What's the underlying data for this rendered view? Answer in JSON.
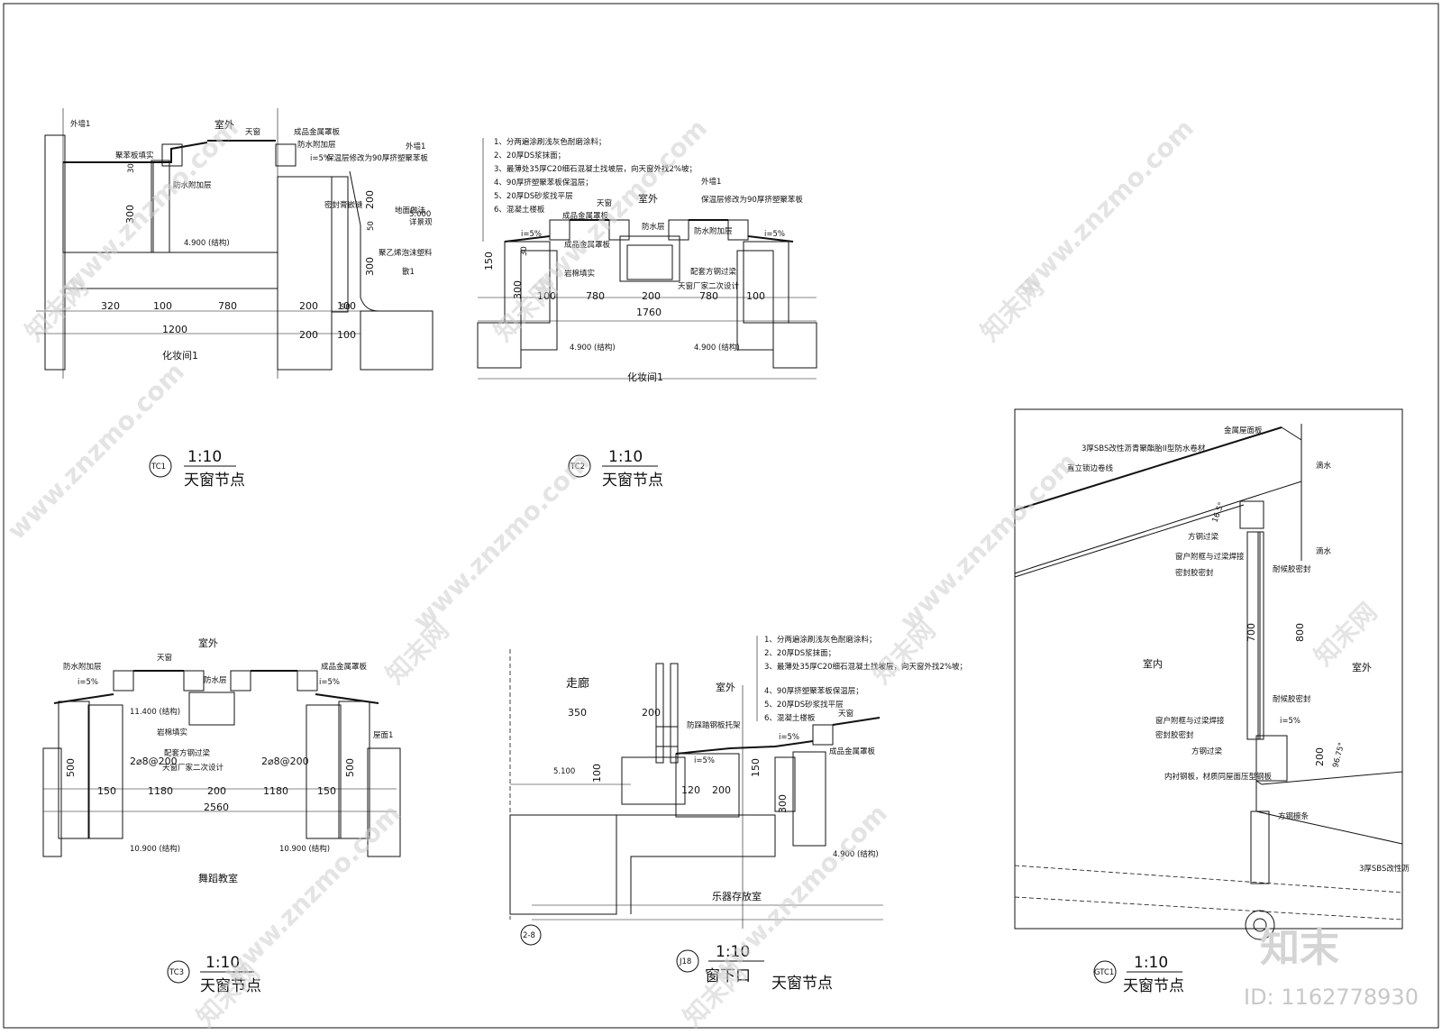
{
  "watermark": {
    "site": "www.znzmo.com",
    "brand_cn": "知末网",
    "logo": "知末",
    "id_label": "ID: 1162778930"
  },
  "details": {
    "tc1": {
      "code": "TC1",
      "scale": "1:10",
      "title": "天窗节点",
      "labels": [
        "外墙1",
        "室外",
        "天窗",
        "成品金属罩板",
        "聚苯板填实",
        "防水附加层",
        "i=5%",
        "外墙1",
        "保温层修改为90厚挤塑聚苯板",
        "防水附加层",
        "密封膏嵌缝",
        "地面做法",
        "详景观",
        "5.000",
        "聚乙烯泡沫塑料",
        "散1",
        "4.900 (结构)",
        "化妆间1"
      ],
      "dims": [
        "320",
        "100",
        "780",
        "200",
        "100",
        "1200",
        "200",
        "100",
        "300",
        "30",
        "200",
        "300",
        "50",
        "90"
      ]
    },
    "tc2": {
      "code": "TC2",
      "scale": "1:10",
      "title": "天窗节点",
      "notes": [
        "1、分两遍涂刷浅灰色耐磨涂料；",
        "2、20厚DS浆抹面；",
        "3、最薄处35厚C20细石混凝土找坡层，向天窗外找2%坡；",
        "4、90厚挤塑聚苯板保温层；",
        "5、20厚DS砂浆找平层",
        "6、混凝土楼板"
      ],
      "labels": [
        "外墙1",
        "保温层修改为90厚挤塑聚苯板",
        "天窗",
        "室外",
        "成品金属罩板",
        "防水层",
        "防水附加层",
        "i=5%",
        "i=5%",
        "成品金属罩板",
        "岩棉填实",
        "配套方钢过梁",
        "天窗厂家二次设计",
        "4.900 (结构)",
        "4.900 (结构)",
        "化妆间1"
      ],
      "dims": [
        "150",
        "300",
        "100",
        "780",
        "200",
        "780",
        "100",
        "1760",
        "30"
      ]
    },
    "tc3": {
      "code": "TC3",
      "scale": "1:10",
      "title": "天窗节点",
      "labels": [
        "室外",
        "天窗",
        "防水附加层",
        "成品金属罩板",
        "i=5%",
        "防水层",
        "i=5%",
        "11.400 (结构)",
        "岩棉填实",
        "配套方钢过梁",
        "天窗厂家二次设计",
        "2⌀8@200",
        "2⌀8@200",
        "屋面1",
        "10.900 (结构)",
        "10.900 (结构)",
        "舞蹈教室"
      ],
      "dims": [
        "500",
        "150",
        "1180",
        "200",
        "1180",
        "150",
        "2560",
        "500"
      ]
    },
    "j18": {
      "code": "J18",
      "scale": "1:10",
      "title_left": "窗下口",
      "title": "天窗节点",
      "axis": "2-8",
      "notes": [
        "1、分两遍涂刷浅灰色耐磨涂料；",
        "2、20厚DS浆抹面；",
        "3、最薄处35厚C20细石混凝土找坡层，向天窗外找2%坡；",
        "4、90厚挤塑聚苯板保温层；",
        "5、20厚DS砂浆找平层",
        "6、混凝土楼板"
      ],
      "labels": [
        "走廊",
        "室外",
        "防踩踏钢板托架",
        "i=5%",
        "i=5%",
        "天窗",
        "成品金属罩板",
        "5.100",
        "4.900 (结构)",
        "乐器存放室"
      ],
      "dims": [
        "350",
        "200",
        "100",
        "120",
        "200",
        "150",
        "300"
      ]
    },
    "gtc1": {
      "code": "GTC1",
      "scale": "1:10",
      "title": "天窗节点",
      "labels": [
        "金属屋面板",
        "3厚SBS改性沥青聚酯胎II型防水卷材",
        "直立锁边卷线",
        "滴水",
        "方钢过梁",
        "滴水",
        "窗户附框与过梁焊接",
        "耐候胶密封",
        "密封胶密封",
        "室内",
        "室外",
        "耐候胶密封",
        "i=5%",
        "窗户附框与过梁焊接",
        "密封胶密封",
        "方钢过梁",
        "内衬钢板，材质同屋面压型钢板",
        "方钢檩条",
        "3厚SBS改性沥"
      ],
      "dims": [
        "700",
        "800",
        "200",
        "96.75°",
        "16.5°"
      ]
    }
  }
}
